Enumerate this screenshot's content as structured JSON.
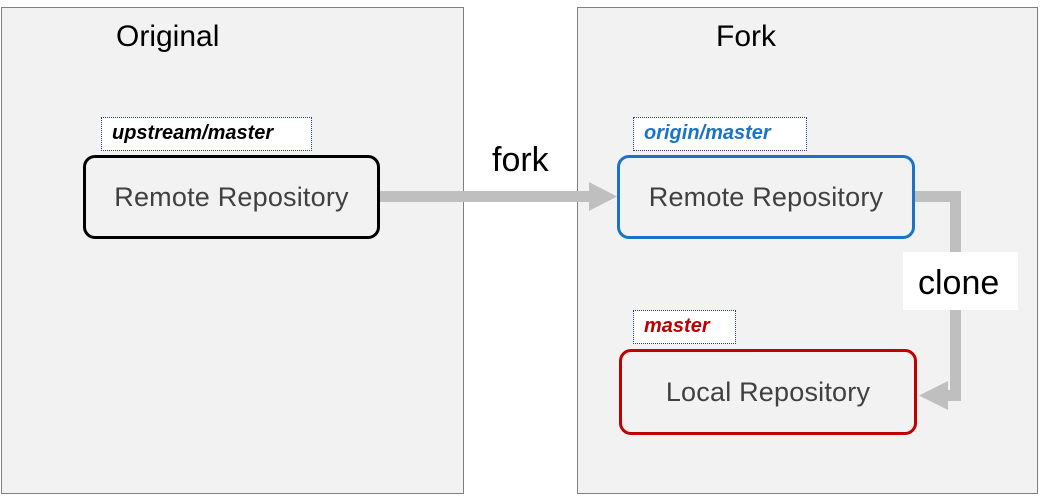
{
  "panels": {
    "original": {
      "title": "Original"
    },
    "fork": {
      "title": "Fork"
    }
  },
  "repositories": {
    "upstream": {
      "label": "Remote Repository",
      "branch": "upstream/master",
      "border_color": "#000000"
    },
    "origin": {
      "label": "Remote Repository",
      "branch": "origin/master",
      "border_color": "#1a73c7"
    },
    "local": {
      "label": "Local Repository",
      "branch": "master",
      "border_color": "#c00000"
    }
  },
  "edges": {
    "fork": {
      "label": "fork",
      "from": "upstream",
      "to": "origin"
    },
    "clone": {
      "label": "clone",
      "from": "origin",
      "to": "local"
    }
  },
  "colors": {
    "panel_bg": "#f2f2f2",
    "panel_border": "#7f7f7f",
    "arrow": "#bfbfbf"
  }
}
